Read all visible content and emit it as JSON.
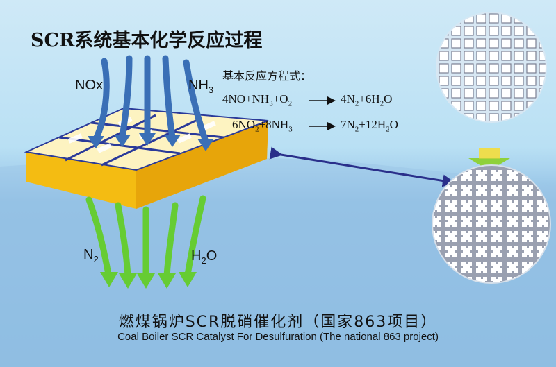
{
  "title": "SCR系统基本化学反应过程",
  "equations": {
    "heading": "基本反应方程式：",
    "eq1_left": [
      "4NO+NH",
      "3",
      "+O",
      "2"
    ],
    "eq1_right": [
      "4N",
      "2",
      "+6H",
      "2",
      "O"
    ],
    "eq2_left": [
      "6NO",
      "2",
      "+8NH",
      "3"
    ],
    "eq2_right": [
      "7N",
      "2",
      "+12H",
      "2",
      "O"
    ]
  },
  "inputs": {
    "nox": "NOx",
    "nh3_main": "NH",
    "nh3_sub": "3"
  },
  "outputs": {
    "n2_main": "N",
    "n2_sub": "2",
    "h2o_h": "H",
    "h2o_sub": "2",
    "h2o_o": "O"
  },
  "caption": {
    "chinese": "燃煤锅炉SCR脱硝催化剂（国家863项目）",
    "english": "Coal Boiler SCR Catalyst For Desulfuration (The national 863 project)"
  },
  "colors": {
    "arrow_in": "#3a6fb6",
    "arrow_out": "#66cc33",
    "catalyst_side": "#f7c51a",
    "catalyst_top": "#fdf6c8",
    "connector": "#2a2f8a"
  }
}
